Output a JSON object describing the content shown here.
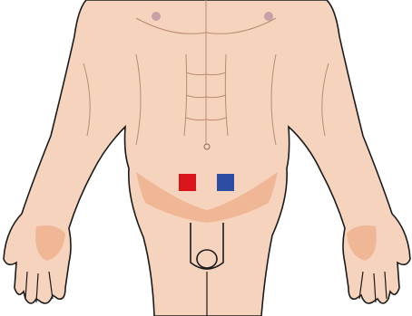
{
  "illustration": {
    "subject": "male-torso-front",
    "colors": {
      "skin": "#f6d3bd",
      "skin_shadow": "#efb796",
      "outline": "#1a1a1a",
      "muscle_line": "#b98b72",
      "nipple": "#c7a0a8",
      "background": "#ffffff"
    },
    "markers": [
      {
        "name": "left-marker",
        "color": "#d9141b"
      },
      {
        "name": "right-marker",
        "color": "#2b4ea3"
      }
    ]
  }
}
